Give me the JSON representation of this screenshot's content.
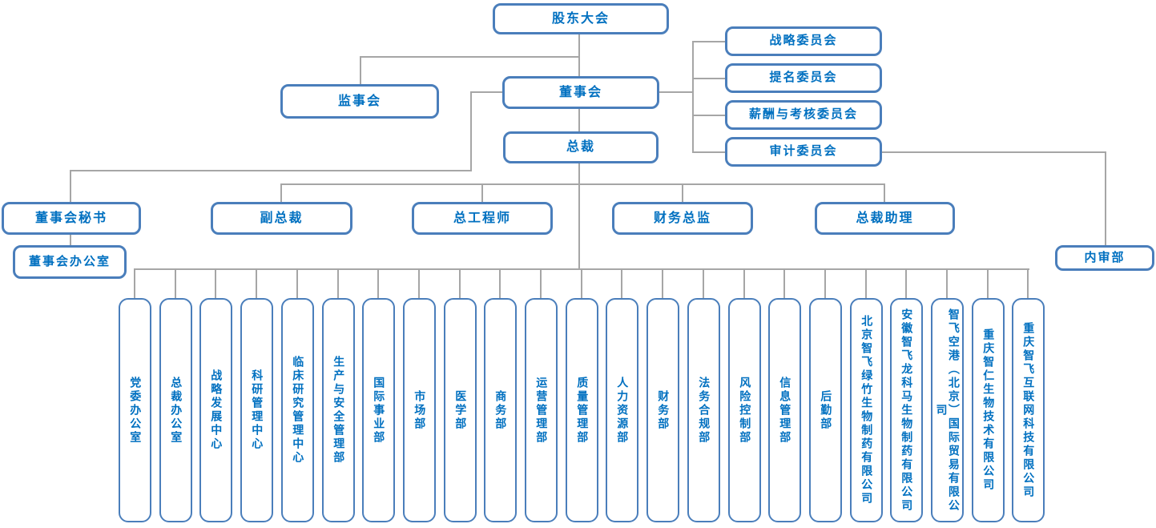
{
  "org": {
    "shareholders": "股东大会",
    "supervisory": "监事会",
    "board": "董事会",
    "president": "总裁",
    "committees": [
      "战略委员会",
      "提名委员会",
      "薪酬与考核委员会",
      "审计委员会"
    ],
    "executives": [
      "董事会秘书",
      "副总裁",
      "总工程师",
      "财务总监",
      "总裁助理"
    ],
    "board_office": "董事会办公室",
    "internal_audit": "内审部",
    "departments": [
      "党委办公室",
      "总裁办公室",
      "战略发展中心",
      "科研管理中心",
      "临床研究管理中心",
      "生产与安全管理部",
      "国际事业部",
      "市场部",
      "医学部",
      "商务部",
      "运营管理部",
      "质量管理部",
      "人力资源部",
      "财务部",
      "法务合规部",
      "风险控制部",
      "信息管理部",
      "后勤部",
      "北京智飞绿竹生物制药有限公司",
      "安徽智飞龙科马生物制药有限公司",
      "智飞空港（北京）国际贸易有限公司",
      "重庆智仁生物技术有限公司",
      "重庆智飞互联网科技有限公司"
    ]
  },
  "colors": {
    "box_border": "#4a7ebb",
    "text_blue": "#0070c0",
    "connector_gray": "#a6a6a6",
    "background": "#ffffff"
  }
}
